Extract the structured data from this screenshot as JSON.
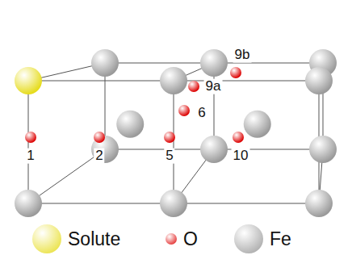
{
  "diagram": {
    "labels": [
      "9b",
      "9a",
      "6",
      "1",
      "2",
      "5",
      "10"
    ],
    "legend": [
      {
        "text": "Solute",
        "color": "#e6dc1e"
      },
      {
        "text": "O",
        "color": "#dd0000"
      },
      {
        "text": "Fe",
        "color": "#cfcfcf"
      }
    ]
  }
}
